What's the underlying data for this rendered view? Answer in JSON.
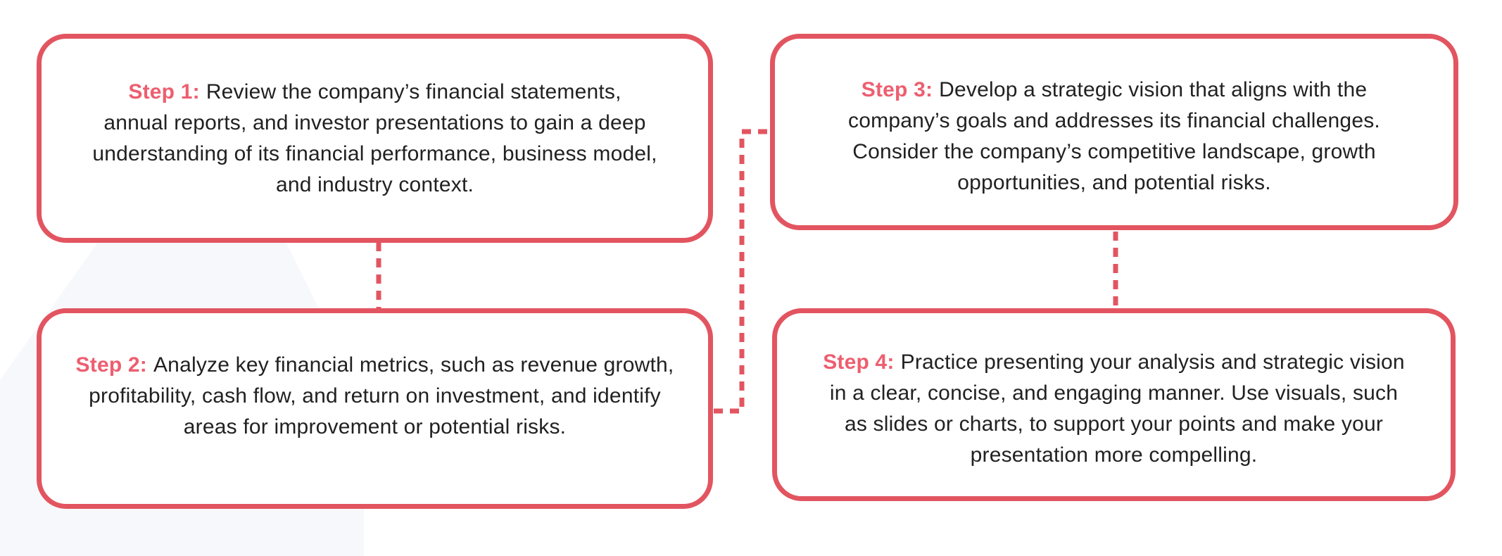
{
  "title": "Four step process infographic",
  "colors": {
    "accent": "#E25560",
    "step_label": "#ED5E6F",
    "body_text": "#212121",
    "bg_shape": "#F7F8FB",
    "page_bg": "#FFFFFF"
  },
  "steps": [
    {
      "label": "Step 1:",
      "lines": [
        "Review the company’s financial statements,",
        "annual reports, and investor presentations to gain a deep",
        "understanding of its financial performance, business model,",
        "and industry context."
      ]
    },
    {
      "label": "Step 2:",
      "lines": [
        "Analyze key financial metrics, such as revenue growth,",
        "profitability, cash flow, and return on investment, and identify",
        "areas for improvement or potential risks."
      ]
    },
    {
      "label": "Step 3:",
      "lines": [
        "Develop a strategic vision that aligns with the",
        "company’s goals and addresses its financial challenges.",
        "Consider the company’s competitive landscape, growth",
        "opportunities, and potential risks."
      ]
    },
    {
      "label": "Step 4:",
      "lines": [
        "Practice presenting your analysis and strategic vision",
        "in a clear, concise, and engaging manner. Use visuals, such",
        "as slides or charts, to support your points and make your",
        "presentation more compelling."
      ]
    }
  ]
}
